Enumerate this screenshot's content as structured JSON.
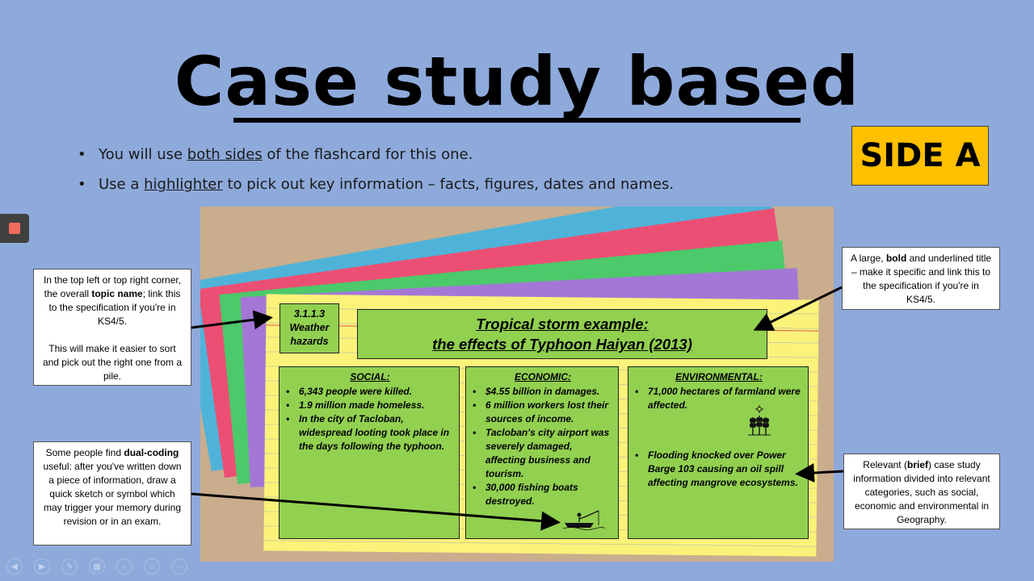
{
  "slide": {
    "title": "Case study based",
    "side_label": "SIDE A",
    "bullets": [
      {
        "before": "You will use ",
        "underlined": "both sides",
        "after": " of the flashcard for this one."
      },
      {
        "before": "Use a ",
        "underlined": "highlighter",
        "after": " to pick out key information – facts, figures, dates and names."
      }
    ]
  },
  "flashcard": {
    "topic": [
      "3.1.1.3",
      "Weather",
      "hazards"
    ],
    "title_line1": "Tropical storm example:",
    "title_line2": "the effects of Typhoon Haiyan (2013)",
    "social": {
      "heading": "SOCIAL:",
      "items": [
        "6,343 people were killed.",
        "1.9 million made homeless.",
        "In the city of Tacloban, widespread looting took place in the days following the typhoon."
      ]
    },
    "economic": {
      "heading": "ECONOMIC:",
      "items": [
        "$4.55 billion in damages.",
        "6 million workers lost their sources of income.",
        "Tacloban's city airport was severely damaged, affecting business and tourism.",
        "30,000 fishing boats destroyed."
      ]
    },
    "environmental": {
      "heading": "ENVIRONMENTAL:",
      "items": [
        "71,000 hectares of farmland were affected.",
        "Flooding knocked over Power Barge 103 causing an oil spill affecting mangrove ecosystems."
      ]
    },
    "icons": [
      "wheat-icon",
      "fishing-boat-icon"
    ]
  },
  "callouts": {
    "topic_note": {
      "p1_a": "In the top left or top right corner, the overall ",
      "p1_b": "topic name",
      "p1_c": "; link this to the specification if you're in KS4/5.",
      "p2": "This will make it easier to sort and pick out the right one from a pile."
    },
    "title_note": {
      "a": "A large, ",
      "b": "bold",
      "c": " and underlined title – make it specific and link this to the specification if you're in KS4/5."
    },
    "dual_coding_note": {
      "a": "Some people find ",
      "b": "dual-coding",
      "c": " useful: after you've written down a piece of information, draw a quick sketch or symbol which may trigger your memory during revision or in an exam."
    },
    "info_note": {
      "a": "Relevant (",
      "b": "brief",
      "c": ") case study information divided into relevant categories, such as social, economic and environmental in Geography."
    }
  },
  "colors": {
    "background": "#8eaadb",
    "side_a": "#ffc000",
    "card_box": "#92d050",
    "card_yellow": "#fbf27a"
  }
}
